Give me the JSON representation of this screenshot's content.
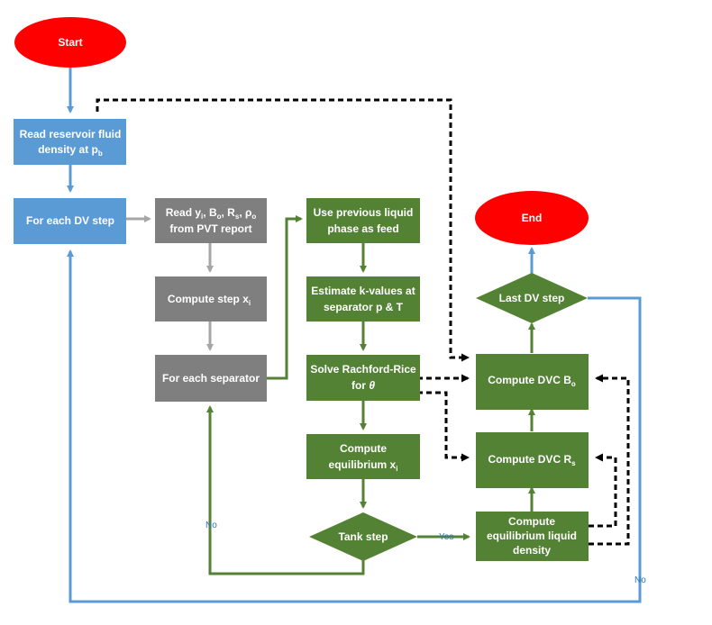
{
  "nodes": {
    "start": "Start",
    "end": "End",
    "read_density": [
      "Read reservoir fluid",
      "density at p",
      "b"
    ],
    "for_each_dv": "For each DV step",
    "read_pvt": [
      "Read y",
      "i",
      ", B",
      "o",
      ", R",
      "s",
      ", ρ",
      "o",
      "from PVT report"
    ],
    "compute_step": [
      "Compute step x",
      "i"
    ],
    "for_each_sep": "For each separator",
    "use_prev": [
      "Use previous liquid",
      "phase as feed"
    ],
    "estimate_k": [
      "Estimate k-values at",
      "separator p & T"
    ],
    "solve_rr": [
      "Solve Rachford-Rice",
      "for ",
      "θ"
    ],
    "compute_eq": [
      "Compute",
      "equilibrium x",
      "i"
    ],
    "tank_step": "Tank step",
    "compute_eq_liq": [
      "Compute",
      "equilibrium liquid",
      "density"
    ],
    "compute_rs": [
      "Compute DVC R",
      "s"
    ],
    "compute_bo": [
      "Compute DVC B",
      "o"
    ],
    "last_dv": "Last DV step"
  },
  "edge_labels": {
    "yes": "Yes",
    "no_left": "No",
    "no_right": "No"
  },
  "colors": {
    "terminal": "#ff0000",
    "blue": "#5b9bd5",
    "grey": "#7f7f7f",
    "green": "#548235",
    "dashed": "#000000"
  }
}
